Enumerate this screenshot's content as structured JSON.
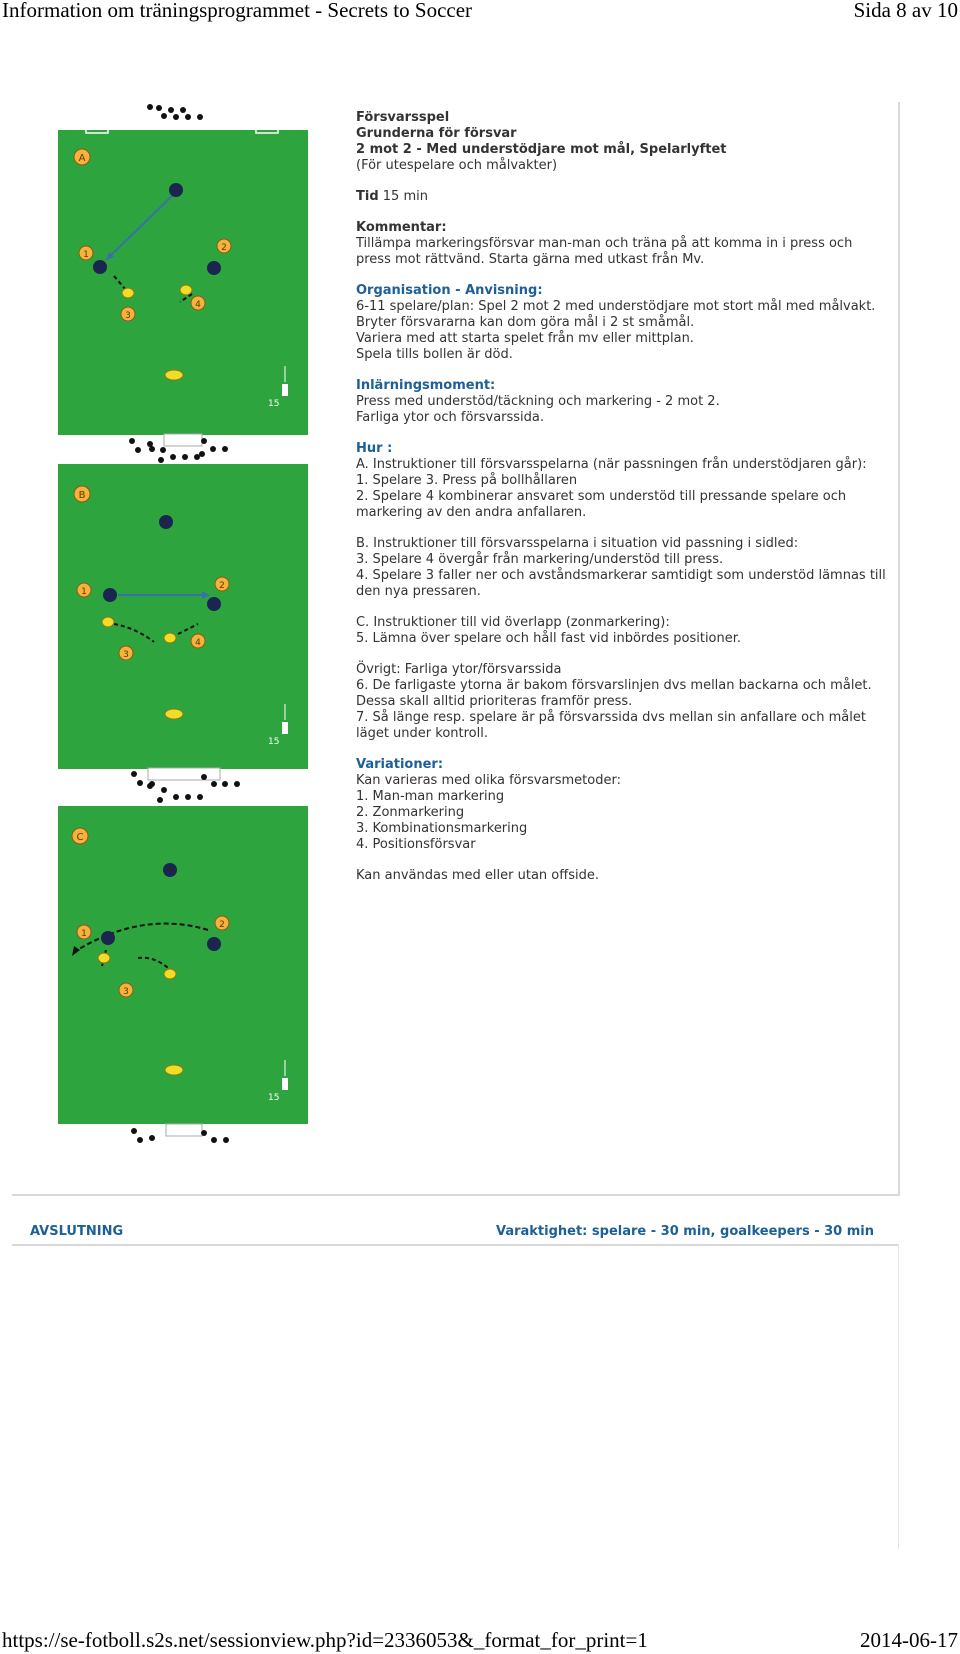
{
  "header": {
    "title": "Information om träningsprogrammet - Secrets to Soccer",
    "page": "Sida 8 av 10"
  },
  "exercise": {
    "category": "Försvarsspel",
    "subtitle": "Grunderna för försvar",
    "name": "2 mot 2 - Med understödjare mot mål, Spelarlyftet",
    "audience": "(För utespelare och målvakter)",
    "time_label": "Tid",
    "time_value": "15 min",
    "comment_heading": "Kommentar:",
    "comment_text": "Tillämpa markeringsförsvar man-man och träna på att komma in i press och press mot rättvänd. Starta gärna med utkast från Mv.",
    "org_heading": "Organisation - Anvisning:",
    "org_lines": [
      "6-11 spelare/plan: Spel 2 mot 2 med understödjare mot stort mål med målvakt. Bryter försvararna kan dom göra mål i 2 st småmål.",
      "Variera med att starta spelet från mv eller mittplan.",
      "Spela tills bollen är död."
    ],
    "learning_heading": "Inlärningsmoment:",
    "learning_lines": [
      "Press med understöd/täckning och markering - 2 mot 2.",
      "Farliga ytor och försvarssida."
    ],
    "how_heading": "Hur :",
    "how_a": [
      "A. Instruktioner till försvarsspelarna (när passningen från understödjaren går):",
      "1. Spelare 3. Press på bollhållaren",
      "2. Spelare 4 kombinerar ansvaret som understöd till pressande spelare och markering av den andra anfallaren."
    ],
    "how_b": [
      "B. Instruktioner till försvarsspelarna i situation vid passning i sidled:",
      "3. Spelare 4 övergår från markering/understöd till press.",
      "4. Spelare 3 faller ner och avståndsmarkerar samtidigt som understöd lämnas till den nya pressaren."
    ],
    "how_c": [
      "C. Instruktioner till vid överlapp (zonmarkering):",
      "5. Lämna över spelare och håll fast vid inbördes positioner."
    ],
    "other": [
      "Övrigt: Farliga ytor/försvarssida",
      "6. De farligaste ytorna är bakom försvarslinjen dvs mellan backarna och målet. Dessa skall alltid prioriteras framför press.",
      "7. Så länge resp. spelare är på försvarssida dvs mellan sin anfallare och målet läget under kontroll."
    ],
    "variations_heading": "Variationer:",
    "variations": [
      "Kan varieras med olika försvarsmetoder:",
      "1. Man-man markering",
      "2. Zonmarkering",
      "3. Kombinationsmarkering",
      "4. Positionsförsvar"
    ],
    "offside": "Kan användas med eller utan offside."
  },
  "diagrams": [
    {
      "label": "A",
      "scale": "15"
    },
    {
      "label": "B",
      "scale": "15"
    },
    {
      "label": "C",
      "scale": "15"
    }
  ],
  "player_numbers": [
    "1",
    "2",
    "3",
    "4"
  ],
  "colors": {
    "pitch": "#2ea43e",
    "heading_blue": "#1d5f97",
    "player_dark": "#1b2550",
    "player_yellow": "#f2dc2a",
    "marker_orange": "#f6b23c"
  },
  "closing": {
    "title": "AVSLUTNING",
    "duration": "Varaktighet: spelare - 30 min, goalkeepers - 30 min"
  },
  "footer": {
    "url": "https://se-fotboll.s2s.net/sessionview.php?id=2336053&_format_for_print=1",
    "date": "2014-06-17"
  }
}
